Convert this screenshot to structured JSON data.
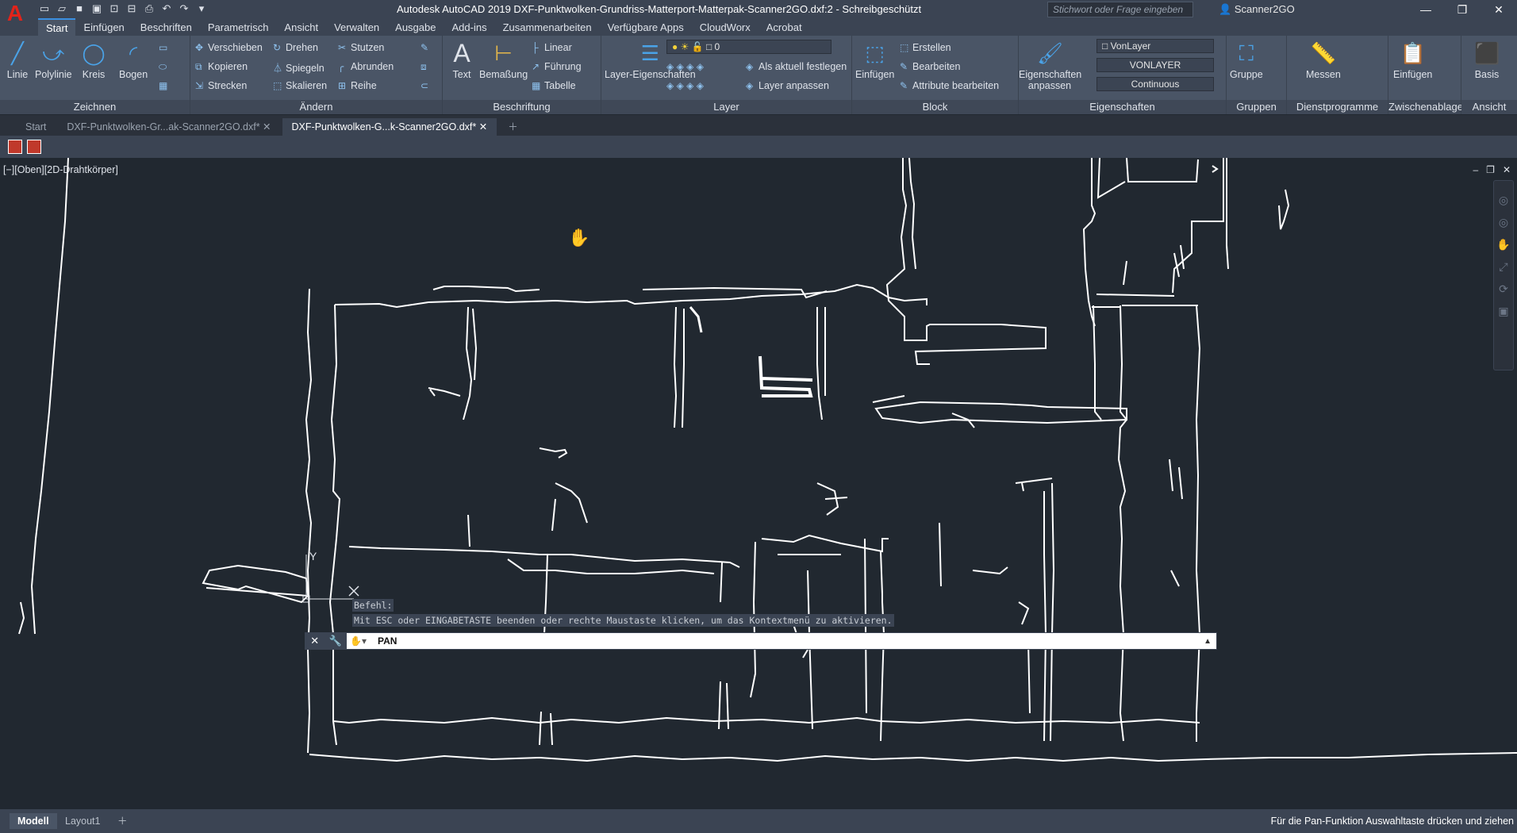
{
  "window": {
    "title": "Autodesk AutoCAD 2019    DXF-Punktwolken-Grundriss-Matterport-Matterpak-Scanner2GO.dxf:2 - Schreibgeschützt",
    "search_placeholder": "Stichwort oder Frage eingeben",
    "user": "Scanner2GO",
    "logo": "A"
  },
  "menu": {
    "tabs": [
      "Start",
      "Einfügen",
      "Beschriften",
      "Parametrisch",
      "Ansicht",
      "Verwalten",
      "Ausgabe",
      "Add-ins",
      "Zusammenarbeiten",
      "Verfügbare Apps",
      "CloudWorx",
      "Acrobat"
    ]
  },
  "ribbon": {
    "zeichnen": {
      "title": "Zeichnen",
      "tools": [
        "Linie",
        "Polylinie",
        "Kreis",
        "Bogen"
      ]
    },
    "aendern": {
      "title": "Ändern",
      "tools": [
        "Verschieben",
        "Drehen",
        "Stutzen",
        "Kopieren",
        "Spiegeln",
        "Abrunden",
        "Strecken",
        "Skalieren",
        "Reihe"
      ]
    },
    "beschriftung": {
      "title": "Beschriftung",
      "text": "Text",
      "bemassung": "Bemaßung",
      "linear": "Linear",
      "fuehrung": "Führung",
      "tabelle": "Tabelle"
    },
    "layer": {
      "title": "Layer",
      "layer_props": "Layer-Eigenschaften",
      "current_layer": "0",
      "set_current": "Als aktuell festlegen",
      "match_layer": "Layer anpassen"
    },
    "block": {
      "title": "Block",
      "insert": "Einfügen",
      "create": "Erstellen",
      "edit": "Bearbeiten",
      "edit_attr": "Attribute bearbeiten"
    },
    "eigenschaften": {
      "title": "Eigenschaften",
      "match": "Eigenschaften anpassen",
      "color": "VonLayer",
      "linetype": "VONLAYER",
      "linestyle": "Continuous"
    },
    "gruppen": {
      "title": "Gruppen",
      "group": "Gruppe"
    },
    "dienstprogramme": {
      "title": "Dienstprogramme",
      "measure": "Messen"
    },
    "zwischenablage": {
      "title": "Zwischenablage",
      "paste": "Einfügen"
    },
    "ansicht": {
      "title": "Ansicht",
      "basis": "Basis"
    }
  },
  "doctabs": [
    "Start",
    "DXF-Punktwolken-Gr...ak-Scanner2GO.dxf*",
    "DXF-Punktwolken-G...k-Scanner2GO.dxf*"
  ],
  "viewport": {
    "label": "[−][Oben][2D-Drahtkörper]",
    "axis_y": "Y"
  },
  "command": {
    "history_label": "Befehl:",
    "history_line": "Mit ESC oder EINGABETASTE beenden oder rechte Maustaste klicken, um das Kontextmenü zu aktivieren.",
    "input": "PAN"
  },
  "status": {
    "layout_tabs": [
      "Modell",
      "Layout1"
    ],
    "message": "Für die Pan-Funktion Auswahltaste drücken und ziehen"
  }
}
